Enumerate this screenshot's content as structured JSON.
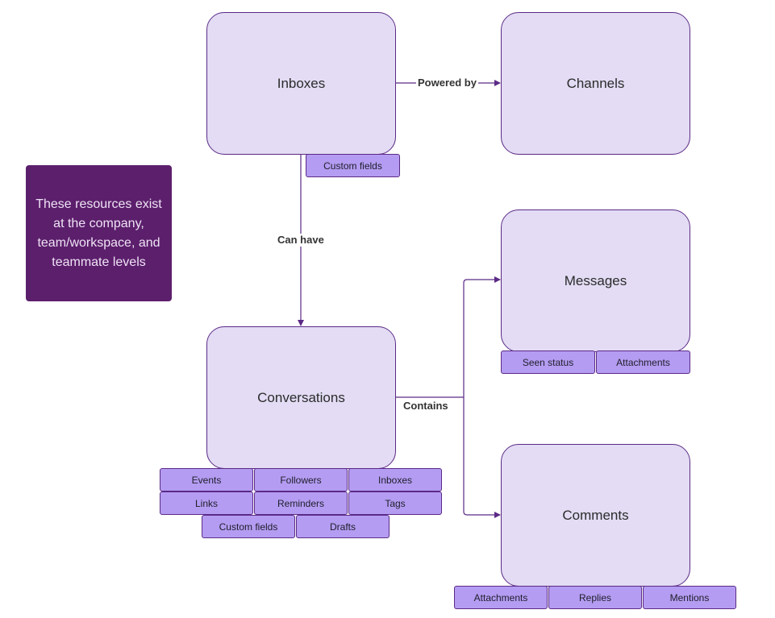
{
  "nodes": {
    "inboxes": "Inboxes",
    "channels": "Channels",
    "messages": "Messages",
    "conversations": "Conversations",
    "comments": "Comments"
  },
  "edges": {
    "powered_by": "Powered by",
    "can_have": "Can have",
    "contains": "Contains"
  },
  "note": "These resources exist at the company, team/workspace, and teammate levels",
  "inbox_attributes": [
    "Custom fields"
  ],
  "message_attributes": [
    "Seen status",
    "Attachments"
  ],
  "conversation_attributes": [
    "Events",
    "Followers",
    "Inboxes",
    "Links",
    "Reminders",
    "Tags",
    "Custom fields",
    "Drafts"
  ],
  "comment_attributes": [
    "Attachments",
    "Replies",
    "Mentions"
  ],
  "colors": {
    "node_fill": "#e3dcf4",
    "node_border": "#5b2a86",
    "chip_fill": "#b49cf2",
    "note_fill": "#5c1f6c",
    "connector": "#5b2a86"
  }
}
